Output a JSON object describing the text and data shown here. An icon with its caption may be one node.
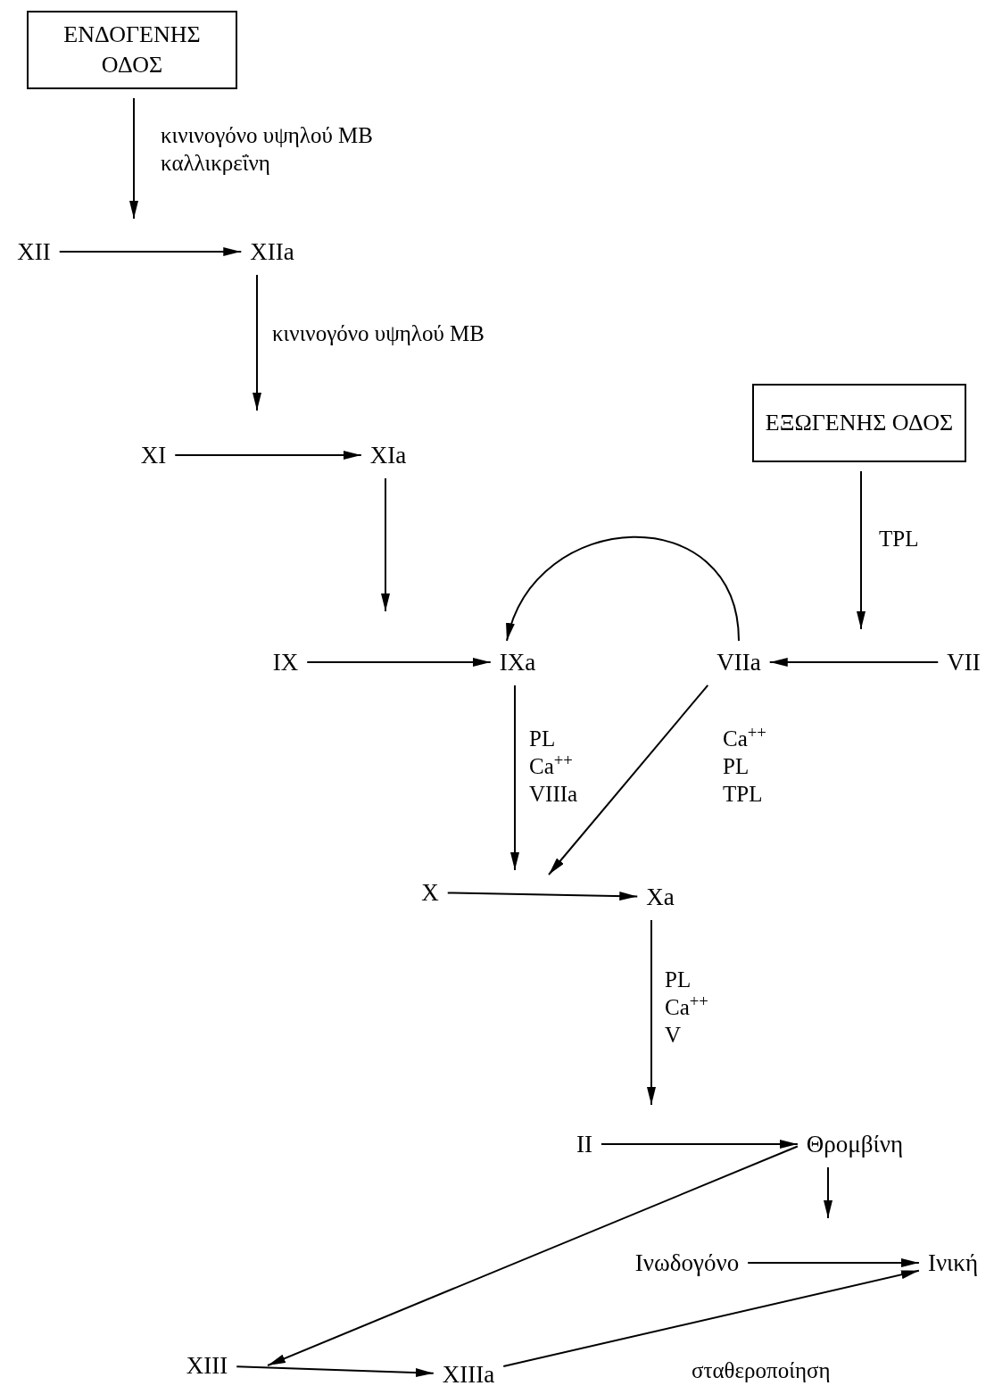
{
  "diagram": {
    "nodes": [
      {
        "text": [
          "ΕΝΔΟΓΕΝΗΣ ΟΔΟΣ"
        ]
      },
      {
        "text": [
          "XII"
        ]
      },
      {
        "text": [
          "XIIa"
        ]
      },
      {
        "text": [
          "XI"
        ]
      },
      {
        "text": [
          "XIa"
        ]
      },
      {
        "text": [
          "ΕΞΩΓΕΝΗΣ ΟΔΟΣ"
        ]
      },
      {
        "text": [
          "IX"
        ]
      },
      {
        "text": [
          "IXa"
        ]
      },
      {
        "text": [
          "VIIa"
        ]
      },
      {
        "text": [
          "VII"
        ]
      },
      {
        "text": [
          "X"
        ]
      },
      {
        "text": [
          "Xa"
        ]
      },
      {
        "text": [
          "II"
        ]
      },
      {
        "text": [
          "Θρομβίνη"
        ]
      },
      {
        "text": [
          "Ινωδογόνο"
        ]
      },
      {
        "text": [
          "Ινική"
        ]
      },
      {
        "text": [
          "XIII"
        ]
      },
      {
        "text": [
          "XIIIa"
        ]
      }
    ],
    "edges": [
      {
        "from": 0,
        "to": null,
        "arrow": "to",
        "label": "κινινογόνο υψηλού MB καλλικρεΐνη"
      },
      {
        "from": 1,
        "to": 2,
        "arrow": "to"
      },
      {
        "from": 2,
        "to": null,
        "arrow": "to",
        "label": "κινινογόνο υψηλού MB"
      },
      {
        "from": 3,
        "to": 4,
        "arrow": "to"
      },
      {
        "from": 4,
        "to": null,
        "arrow": "to"
      },
      {
        "from": 5,
        "to": null,
        "arrow": "to",
        "label": "TPL"
      },
      {
        "from": 6,
        "to": 7,
        "arrow": "to"
      },
      {
        "from": 8,
        "to": 7,
        "arrow": "to"
      },
      {
        "from": 9,
        "to": 8,
        "arrow": "to"
      },
      {
        "from": 7,
        "to": null,
        "arrow": "to",
        "label": "PL Ca$^{++}$ VIIIa"
      },
      {
        "from": 8,
        "to": null,
        "arrow": "to",
        "label": "Ca$^{++}$ PL TPL"
      },
      {
        "from": 10,
        "to": 11,
        "arrow": "to"
      },
      {
        "from": 11,
        "to": null,
        "arrow": "to",
        "label": "PL Ca$^{++}$ V"
      },
      {
        "from": 12,
        "to": 13,
        "arrow": "to"
      },
      {
        "from": 13,
        "to": null,
        "arrow": "to"
      },
      {
        "from": 13,
        "to": 16,
        "arrow": "to"
      },
      {
        "from": 14,
        "to": 15,
        "arrow": "to"
      },
      {
        "from": 16,
        "to": 17,
        "arrow": "to"
      },
      {
        "from": 17,
        "to": 15,
        "arrow": "to",
        "label": "σταθεροποίηση"
      }
    ]
  }
}
